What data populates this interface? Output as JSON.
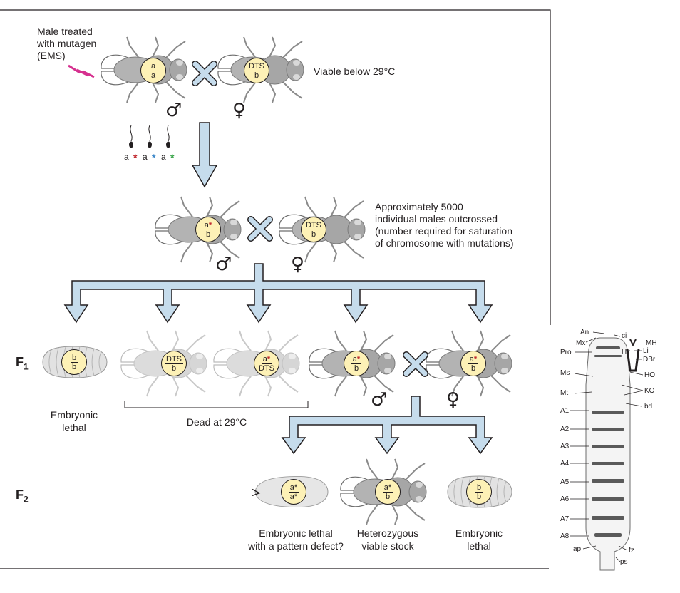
{
  "top_labels": {
    "mutagen_line1": "Male treated",
    "mutagen_line2": "with mutagen",
    "mutagen_line3": "(EMS)",
    "viable": "Viable below 29°C"
  },
  "outcross": {
    "line1": "Approximately 5000",
    "line2": "individual males outcrossed",
    "line3": "(number required for saturation",
    "line4": "of chromosome with mutations)"
  },
  "generations": {
    "f1": "F",
    "f1_sub": "1",
    "f2": "F",
    "f2_sub": "2"
  },
  "sex": {
    "male": "♂",
    "female": "♀"
  },
  "sperm_labels": [
    "a",
    "a",
    "a"
  ],
  "genotypes": {
    "p_male": {
      "top": "a",
      "bottom": "a"
    },
    "p_female": {
      "top": "DTS",
      "bottom": "b"
    },
    "g1_male": {
      "top": "a",
      "bottom": "b"
    },
    "g1_female": {
      "top": "DTS",
      "bottom": "b"
    },
    "f1_1": {
      "top": "b",
      "bottom": "b"
    },
    "f1_2": {
      "top": "DTS",
      "bottom": "b"
    },
    "f1_3": {
      "top": "a",
      "bottom": "DTS"
    },
    "f1_4": {
      "top": "a",
      "bottom": "b"
    },
    "f1_5": {
      "top": "a",
      "bottom": "b"
    },
    "f2_1": {
      "top": "a",
      "bottom": "a"
    },
    "f2_2": {
      "top": "a",
      "bottom": "b"
    },
    "f2_3": {
      "top": "b",
      "bottom": "b"
    }
  },
  "f1_labels": {
    "lethal_1": "Embryonic",
    "lethal_2": "lethal",
    "dead": "Dead at 29°C"
  },
  "f2_labels": {
    "pattern_1": "Embryonic lethal",
    "pattern_2": "with a pattern defect?",
    "het_1": "Heterozygous",
    "het_2": "viable stock",
    "lethal_1": "Embryonic",
    "lethal_2": "lethal"
  },
  "embryo_labels": {
    "left": [
      "An",
      "Mx",
      "Pro",
      "Ms",
      "Mt",
      "A1",
      "A2",
      "A3",
      "A4",
      "A5",
      "A6",
      "A7",
      "A8",
      "ap"
    ],
    "right": [
      "ci",
      "MH",
      "Li",
      "H",
      "DBr",
      "HO",
      "KO",
      "bd",
      "fz",
      "ps"
    ]
  },
  "colors": {
    "arrow_fill": "#c6dcec",
    "arrow_stroke": "#231f20",
    "fly_body": "#b3b3b3",
    "genotype_fill": "#fdf1b6",
    "mutagen_bolt": "#d6308f",
    "star_red": "#c0272d",
    "star_blue": "#3a86c8",
    "star_green": "#3aa54a"
  }
}
